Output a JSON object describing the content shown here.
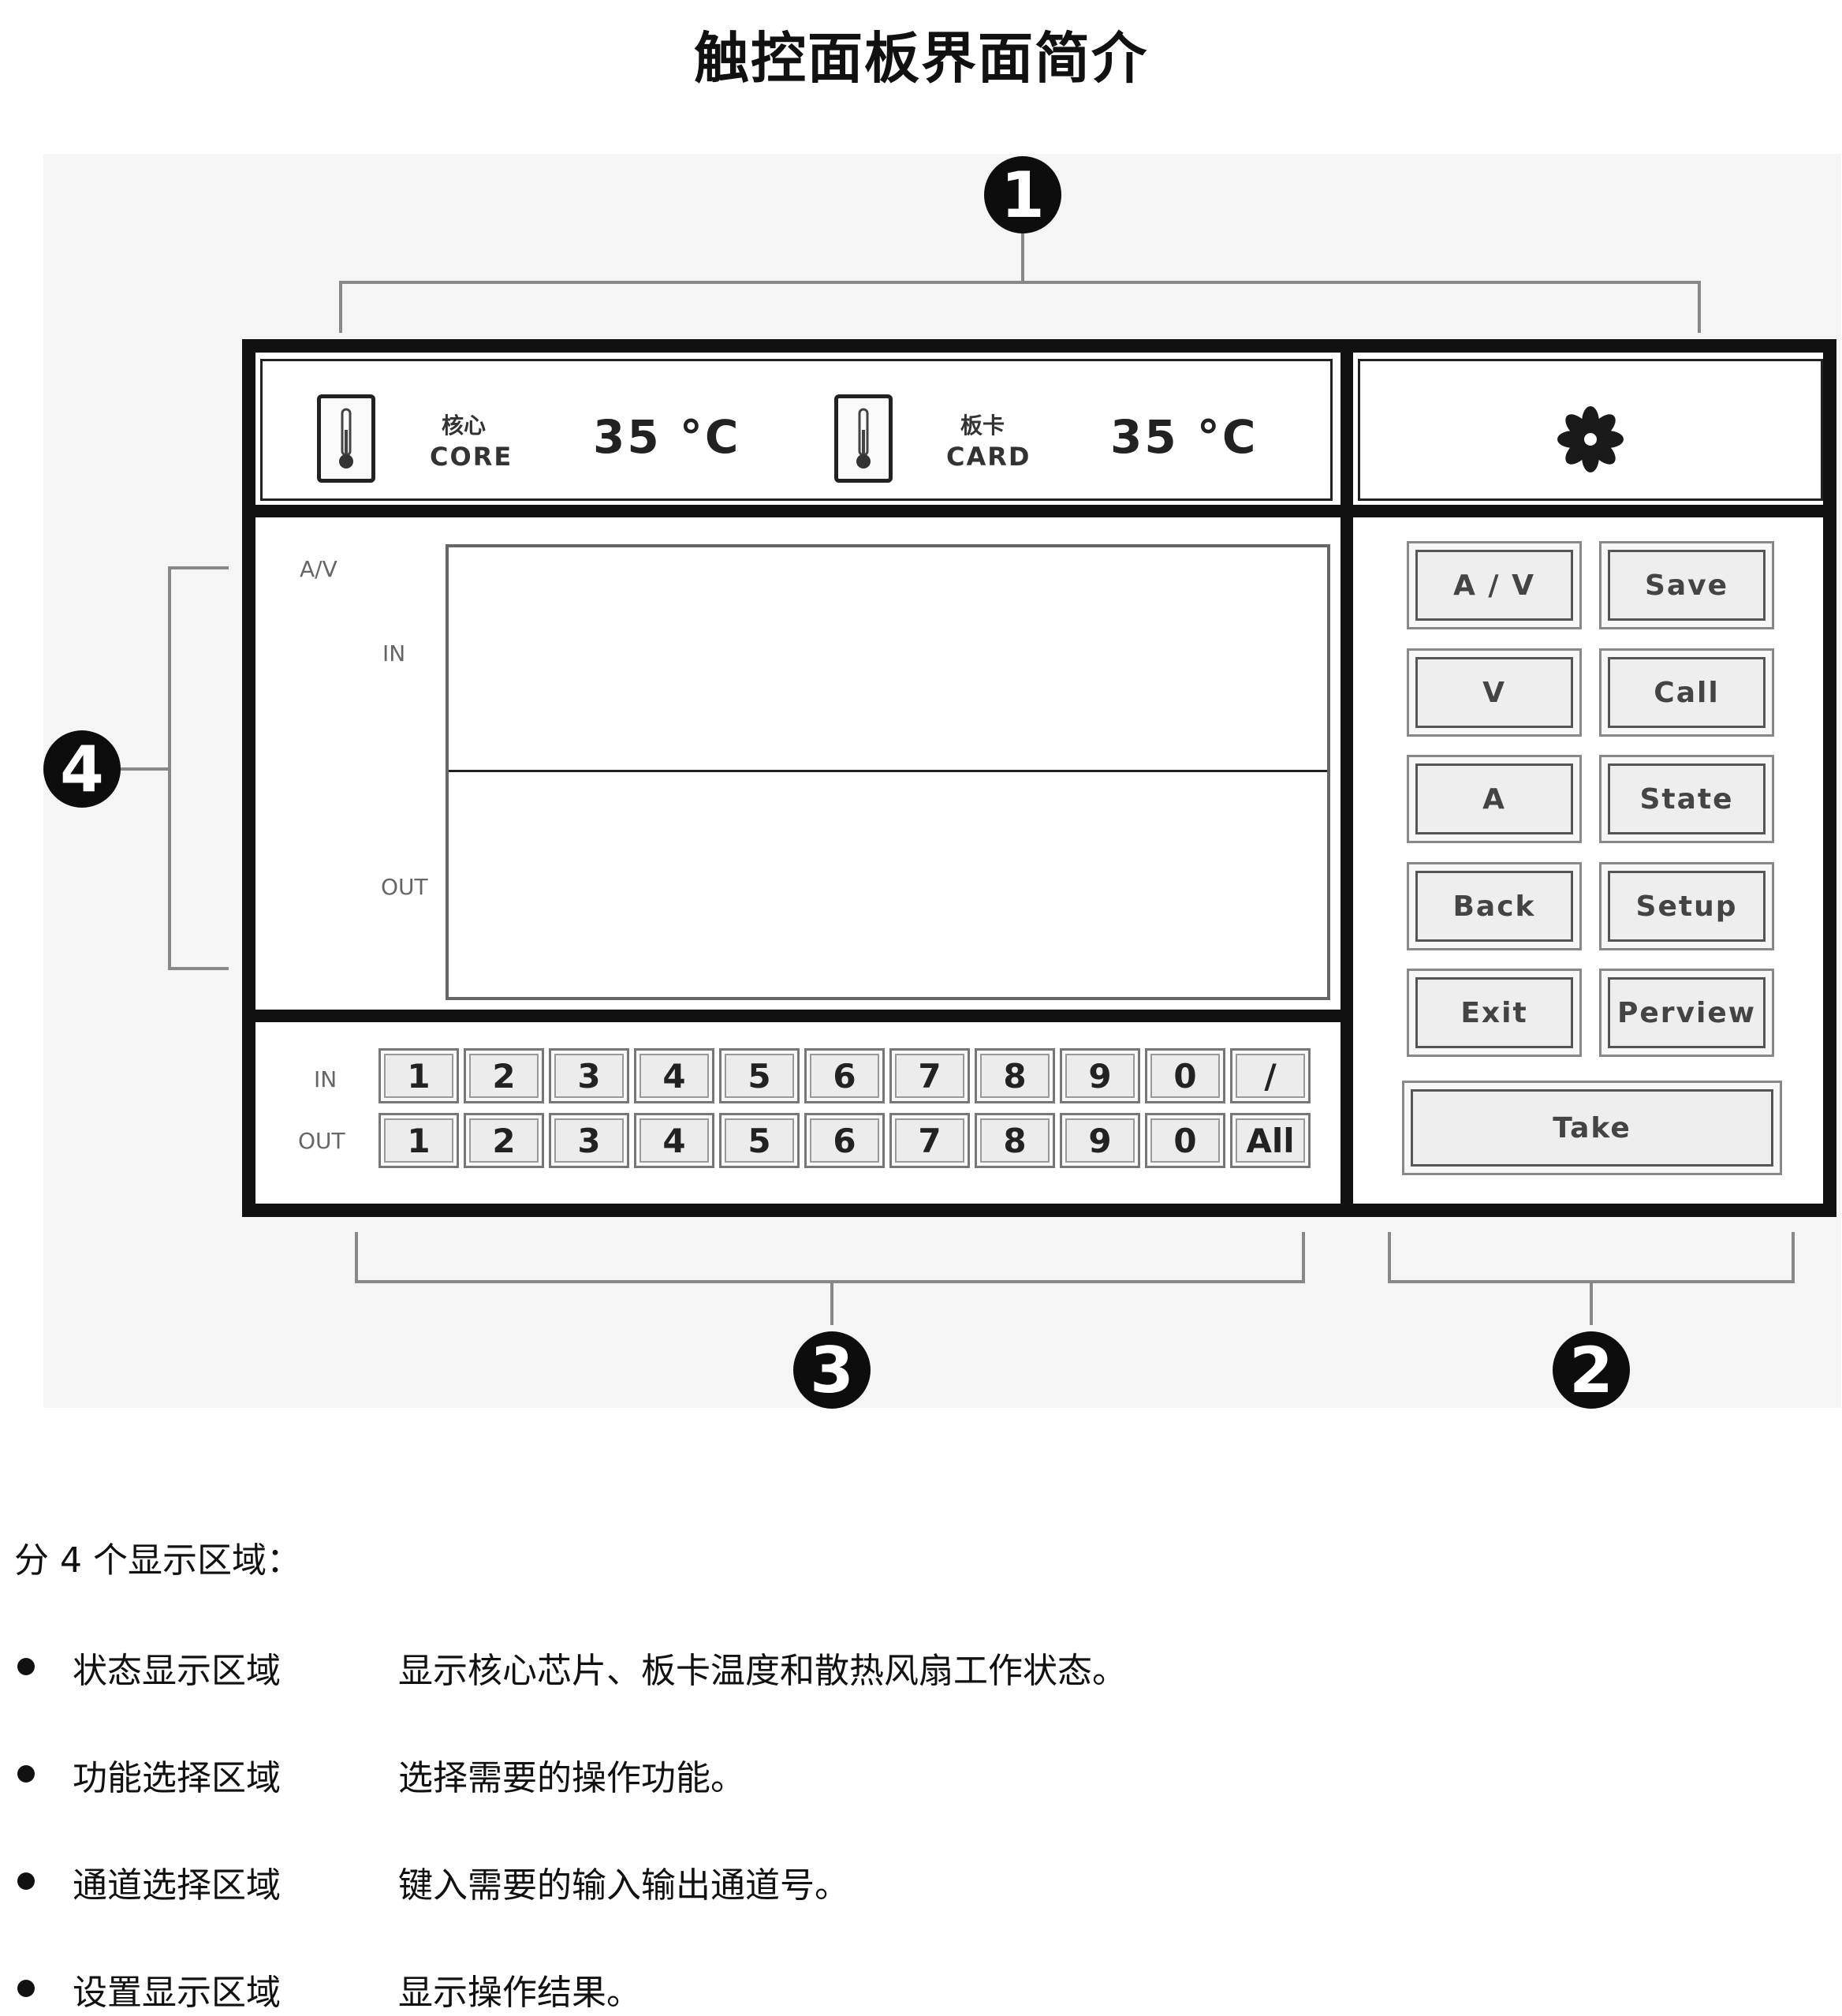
{
  "title": "触控面板界面简介",
  "figure": {
    "callouts": [
      "1",
      "2",
      "3",
      "4"
    ],
    "status": {
      "core_cn": "核心",
      "core_en": "CORE",
      "core_temp": "35 °C",
      "card_cn": "板卡",
      "card_en": "CARD",
      "card_temp": "35 °C",
      "thermometer_icon": "thermometer-icon",
      "fan_icon": "fan-icon"
    },
    "display": {
      "mode_label": "A/V",
      "in_label": "IN",
      "out_label": "OUT"
    },
    "channels": {
      "in_label": "IN",
      "out_label": "OUT",
      "in_keys": [
        "1",
        "2",
        "3",
        "4",
        "5",
        "6",
        "7",
        "8",
        "9",
        "0",
        "/"
      ],
      "out_keys": [
        "1",
        "2",
        "3",
        "4",
        "5",
        "6",
        "7",
        "8",
        "9",
        "0",
        "All"
      ]
    },
    "functions": {
      "left": [
        "A / V",
        "V",
        "A",
        "Back",
        "Exit"
      ],
      "right": [
        "Save",
        "Call",
        "State",
        "Setup",
        "Perview"
      ],
      "take": "Take"
    }
  },
  "intro": "分 4 个显示区域：",
  "areas": [
    {
      "name": "状态显示区域",
      "desc": "显示核心芯片、板卡温度和散热风扇工作状态。"
    },
    {
      "name": "功能选择区域",
      "desc": "选择需要的操作功能。"
    },
    {
      "name": "通道选择区域",
      "desc": "键入需要的输入输出通道号。"
    },
    {
      "name": "设置显示区域",
      "desc": "显示操作结果。"
    }
  ]
}
